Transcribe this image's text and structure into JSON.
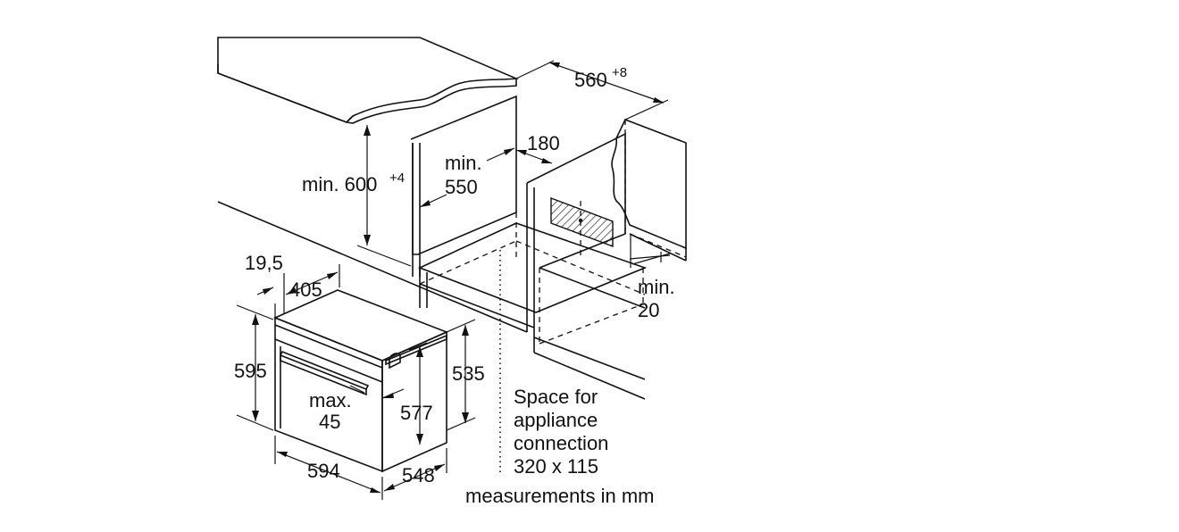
{
  "colors": {
    "countertop": "#e8e8e8",
    "countertop_edge": "#c8c8c8",
    "side_wall": "#e8e8e8",
    "hatch": "#111111"
  },
  "labels": {
    "niche_width": "560",
    "niche_width_tol": "+8",
    "niche_height": "min. 600",
    "niche_height_tol": "+4",
    "niche_depth_line1": "min.",
    "niche_depth_line2": "550",
    "rear_gap": "180",
    "front_gap_line1": "min.",
    "front_gap_line2": "20",
    "front_offset": "19,5",
    "top_depth": "405",
    "height_total": "595",
    "handle_line1": "max.",
    "handle_line2": "45",
    "height_body": "577",
    "height_back": "535",
    "width": "594",
    "depth": "548",
    "space_line1": "Space for",
    "space_line2": "appliance",
    "space_line3": "connection",
    "space_line4": "320 x 115",
    "units": "measurements in mm"
  },
  "icons": {
    "hatch_area": "connection-area-hatch-icon"
  }
}
